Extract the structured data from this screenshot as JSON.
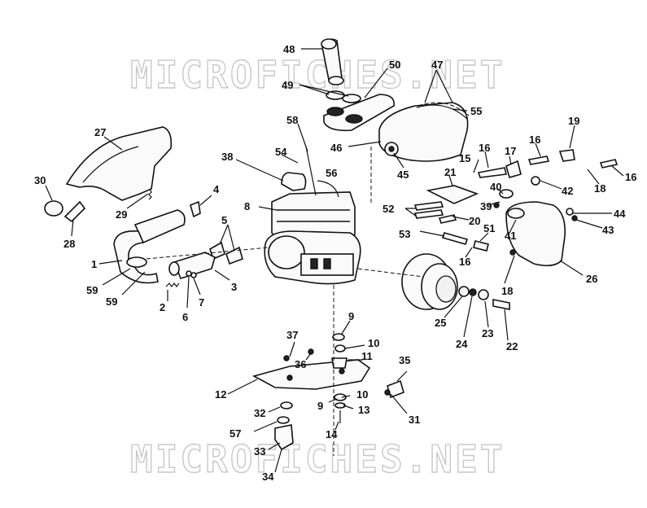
{
  "watermark": {
    "top_text": "MICROFICHES.NET",
    "bottom_text": "MICROFICHES.NET"
  },
  "callouts": {
    "c1": "1",
    "c2": "2",
    "c3": "3",
    "c4": "4",
    "c5": "5",
    "c6": "6",
    "c7": "7",
    "c8": "8",
    "c9a": "9",
    "c9b": "9",
    "c10a": "10",
    "c10b": "10",
    "c11": "11",
    "c12": "12",
    "c13": "13",
    "c14": "14",
    "c15": "15",
    "c16a": "16",
    "c16b": "16",
    "c16c": "16",
    "c16d": "16",
    "c17": "17",
    "c18a": "18",
    "c18b": "18",
    "c19": "19",
    "c20": "20",
    "c21": "21",
    "c22": "22",
    "c23": "23",
    "c24": "24",
    "c25": "25",
    "c26": "26",
    "c27": "27",
    "c28": "28",
    "c29": "29",
    "c30": "30",
    "c31": "31",
    "c32": "32",
    "c33": "33",
    "c34": "34",
    "c35": "35",
    "c36": "36",
    "c37": "37",
    "c38": "38",
    "c39": "39",
    "c40": "40",
    "c41": "41",
    "c42": "42",
    "c43": "43",
    "c44": "44",
    "c45": "45",
    "c46": "46",
    "c47": "47",
    "c48": "48",
    "c49": "49",
    "c50": "50",
    "c51": "51",
    "c52": "52",
    "c53": "53",
    "c54": "54",
    "c55": "55",
    "c56": "56",
    "c57": "57",
    "c58": "58",
    "c59a": "59",
    "c59b": "59"
  }
}
